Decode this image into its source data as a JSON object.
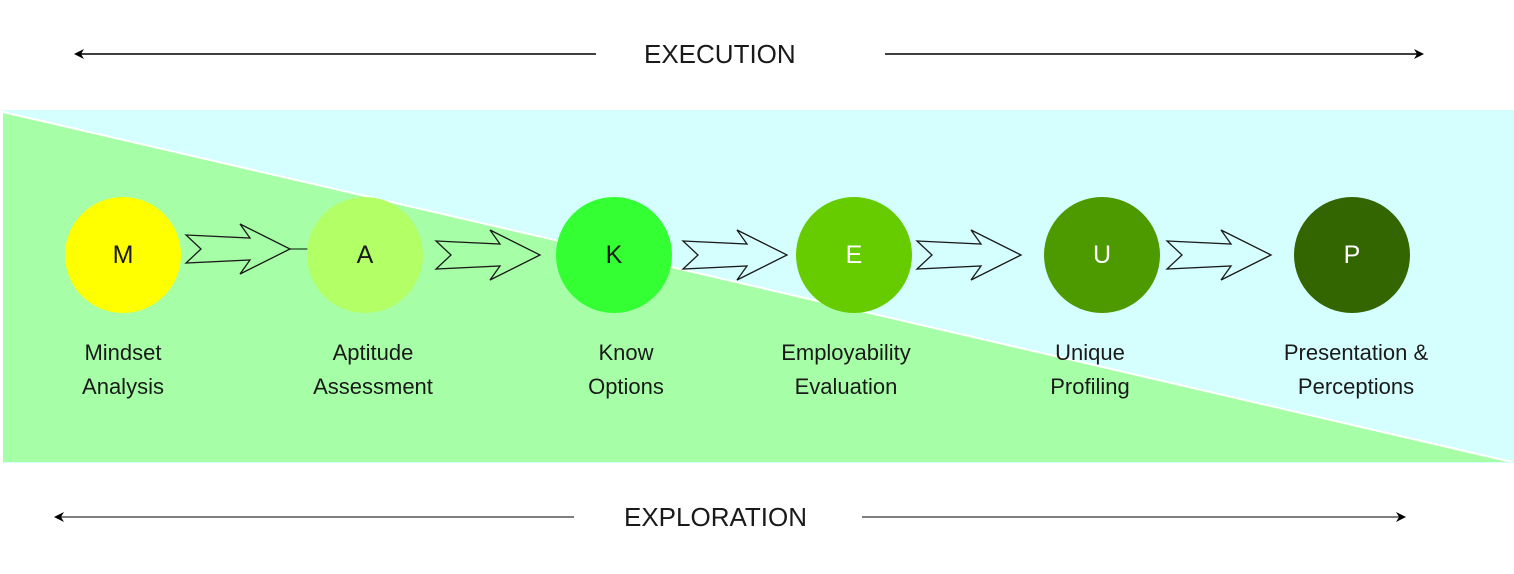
{
  "top_axis": {
    "label": "EXECUTION",
    "direction": "both"
  },
  "bottom_axis": {
    "label": "EXPLORATION",
    "direction": "both"
  },
  "background": {
    "exploration_color": "#a6ffa6",
    "execution_color": "#d5ffff"
  },
  "steps": [
    {
      "letter": "M",
      "caption_line1": "Mindset",
      "caption_line2": "Analysis",
      "color": "#ffff00",
      "text_color": "#1a1a1a"
    },
    {
      "letter": "A",
      "caption_line1": "Aptitude",
      "caption_line2": "Assessment",
      "color": "#b3ff66",
      "text_color": "#1a1a1a"
    },
    {
      "letter": "K",
      "caption_line1": "Know",
      "caption_line2": "Options",
      "color": "#33ff33",
      "text_color": "#1a1a1a"
    },
    {
      "letter": "E",
      "caption_line1": "Employability",
      "caption_line2": "Evaluation",
      "color": "#66cc00",
      "text_color": "#ffffff"
    },
    {
      "letter": "U",
      "caption_line1": "Unique",
      "caption_line2": "Profiling",
      "color": "#4d9900",
      "text_color": "#ffffff"
    },
    {
      "letter": "P",
      "caption_line1": "Presentation &",
      "caption_line2": "Perceptions",
      "color": "#336600",
      "text_color": "#ffffff"
    }
  ],
  "connector_icon": "double-chevron-arrow"
}
